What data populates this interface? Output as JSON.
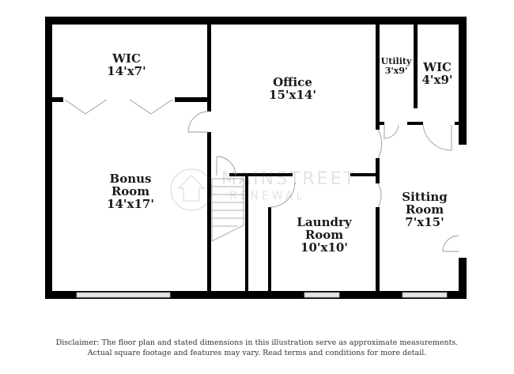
{
  "floorplan": {
    "rooms": [
      {
        "id": "wic-1",
        "name": "WIC",
        "dimensions": "14'x7'"
      },
      {
        "id": "office",
        "name": "Office",
        "dimensions": "15'x14'"
      },
      {
        "id": "utility",
        "name": "Utility",
        "dimensions": "3'x9'"
      },
      {
        "id": "wic-2",
        "name": "WIC",
        "dimensions": "4'x9'"
      },
      {
        "id": "bonus-room",
        "name_line1": "Bonus",
        "name_line2": "Room",
        "dimensions": "14'x17'"
      },
      {
        "id": "laundry-room",
        "name_line1": "Laundry",
        "name_line2": "Room",
        "dimensions": "10'x10'"
      },
      {
        "id": "sitting-room",
        "name_line1": "Sitting",
        "name_line2": "Room",
        "dimensions": "7'x15'"
      }
    ],
    "watermark": {
      "line1": "MAINSTREET",
      "line2": "RENEWAL"
    },
    "colors": {
      "wall": "#000000",
      "window": "#e6e6e6",
      "door": "#999999",
      "text": "#1a1a1a"
    }
  },
  "disclaimer": {
    "line1": "Disclaimer: The floor plan and stated dimensions in this illustration serve as approximate measurements.",
    "line2": "Actual square footage and features may vary. Read terms and conditions for more detail."
  }
}
